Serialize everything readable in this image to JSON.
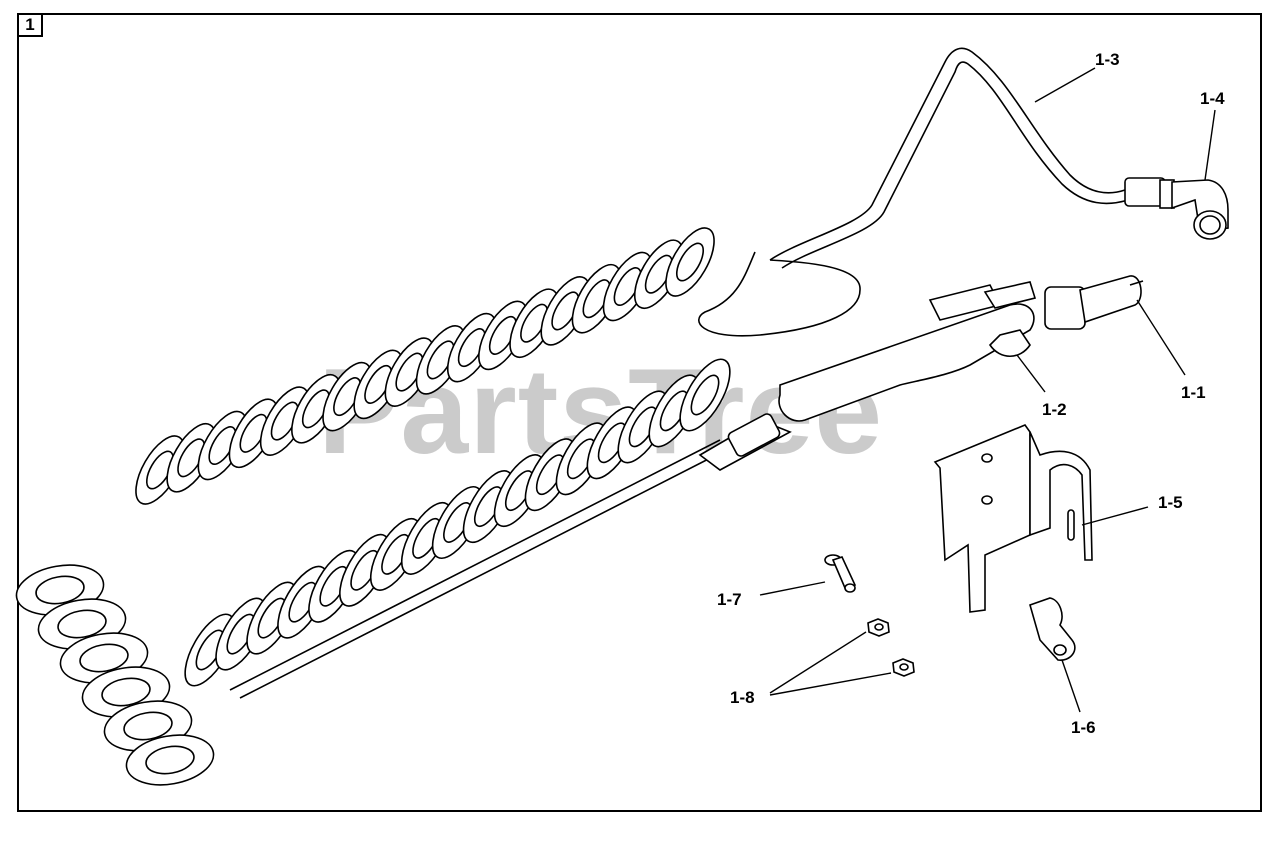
{
  "figure_number": "1",
  "watermark": "PartsTree",
  "callouts": {
    "c1_1": "1-1",
    "c1_2": "1-2",
    "c1_3": "1-3",
    "c1_4": "1-4",
    "c1_5": "1-5",
    "c1_6": "1-6",
    "c1_7": "1-7",
    "c1_8": "1-8"
  },
  "colors": {
    "line": "#000000",
    "watermark": "#b8b8b8",
    "background": "#ffffff"
  }
}
